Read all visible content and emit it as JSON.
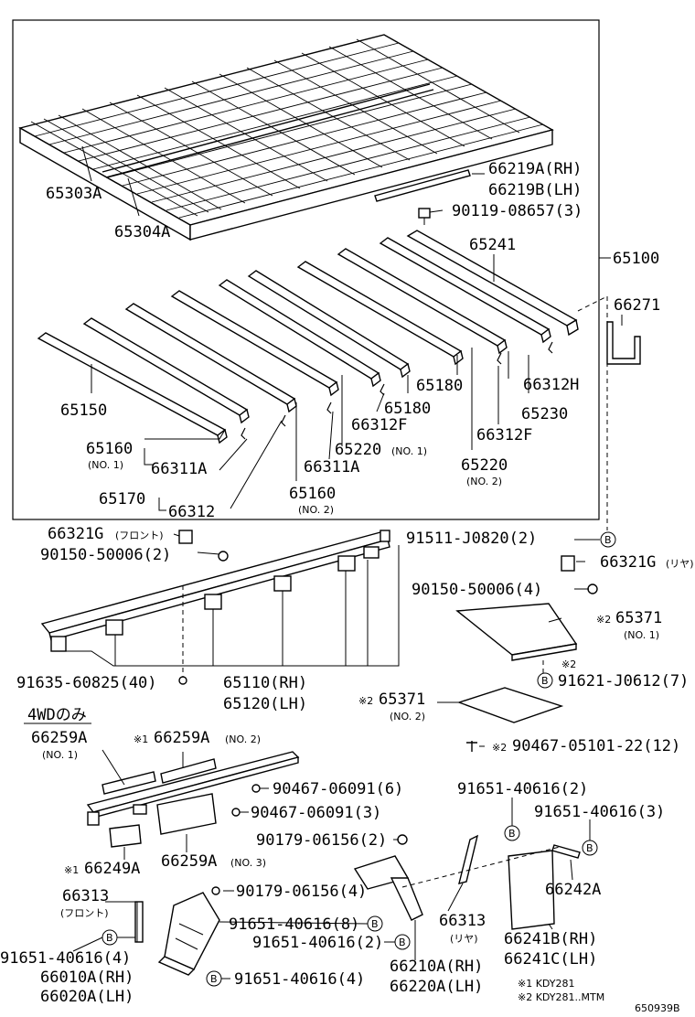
{
  "labels": {
    "p65303A": "65303A",
    "p65304A": "65304A",
    "p66219A": "66219A(RH)",
    "p66219B": "66219B(LH)",
    "p90119": "90119-08657(3)",
    "p65241": "65241",
    "p65100": "65100",
    "p66271": "66271",
    "p65180a": "65180",
    "p65180b": "65180",
    "p66312H": "66312H",
    "p65230": "65230",
    "p66312F_a": "66312F",
    "p66312F_b": "66312F",
    "p65220_1": "65220",
    "p65220_1_sub": "(NO. 1)",
    "p65220_2": "65220",
    "p65220_2_sub": "(NO. 2)",
    "p65150": "65150",
    "p65160_1": "65160",
    "p65160_1_sub": "(NO. 1)",
    "p66311A_a": "66311A",
    "p66311A_b": "66311A",
    "p65170": "65170",
    "p66312": "66312",
    "p65160_2": "65160",
    "p65160_2_sub": "(NO. 2)",
    "p66321G_front": "66321G",
    "p66321G_front_sub": "(フロント)",
    "p90150_a": "90150-50006(2)",
    "p91511": "91511-J0820(2)",
    "p66321G_rear": "66321G",
    "p66321G_rear_sub": "(リヤ)",
    "p90150_b": "90150-50006(4)",
    "p65371_1": "65371",
    "p65371_1_sub": "(NO. 1)",
    "p91621_mark": "※2",
    "p91621": "91621-J0612(7)",
    "p91635": "91635-60825(40)",
    "p65110": "65110(RH)",
    "p65120": "65120(LH)",
    "p65371_2": "65371",
    "p65371_2_sub": "(NO. 2)",
    "p90467_051": "90467-05101-22(12)",
    "p4wd": "4WDのみ",
    "p66259A_1": "66259A",
    "p66259A_1_sub": "(NO. 1)",
    "p66259A_2": "66259A",
    "p66259A_2_sub": "(NO. 2)",
    "p90467_6": "90467-06091(6)",
    "p90467_3": "90467-06091(3)",
    "p90179_2": "90179-06156(2)",
    "p66249A": "66249A",
    "p66259A_3": "66259A",
    "p66259A_3_sub": "(NO. 3)",
    "p91651_2a": "91651-40616(2)",
    "p91651_3": "91651-40616(3)",
    "p66242A": "66242A",
    "p66313_front": "66313",
    "p66313_front_sub": "(フロント)",
    "p90179_4": "90179-06156(4)",
    "p91651_8": "91651-40616(8)",
    "p91651_2b": "91651-40616(2)",
    "p66313_rear": "66313",
    "p66313_rear_sub": "(リヤ)",
    "p66241B": "66241B(RH)",
    "p66241C": "66241C(LH)",
    "p91651_4a": "91651-40616(4)",
    "p66010A": "66010A(RH)",
    "p66020A": "66020A(LH)",
    "p91651_4b": "91651-40616(4)",
    "p66210A": "66210A(RH)",
    "p66220A": "66220A(LH)",
    "note1": "※1 KDY281",
    "note2": "※2 KDY281..MTM",
    "fig": "650939B"
  },
  "marks": {
    "m1": "※2",
    "m2": "※1",
    "m3": "※1",
    "m4": "※2",
    "m5": "※2"
  },
  "bolt": "B"
}
